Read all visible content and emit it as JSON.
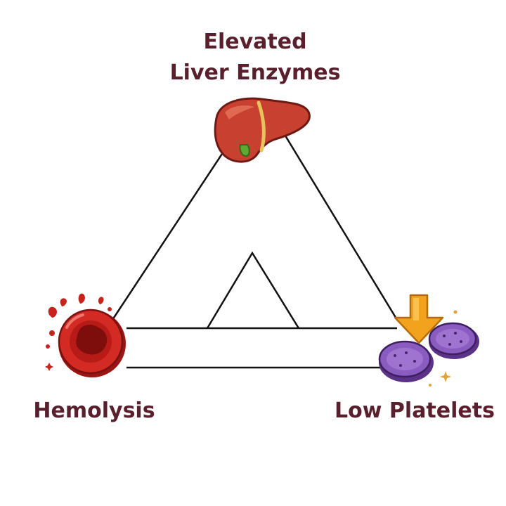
{
  "diagram": {
    "top_label": {
      "line1": "Elevated",
      "line2": "Liver Enzymes"
    },
    "left_label": "Hemolysis",
    "right_label": "Low Platelets",
    "icons": {
      "top": "liver-icon",
      "left": "red-blood-cell-icon",
      "right": "platelets-decrease-icon"
    }
  },
  "colors": {
    "label": "#5a1f2c",
    "line": "#111111",
    "liver": "#c8402f",
    "liver_highlight": "#e6735a",
    "gallbladder": "#5fa832",
    "blood_cell": "#d42a24",
    "blood_cell_dark": "#9b1512",
    "platelet": "#8b5cc0",
    "platelet_dark": "#5b3287",
    "arrow": "#f3a21d",
    "arrow_dark": "#d17f0a"
  }
}
